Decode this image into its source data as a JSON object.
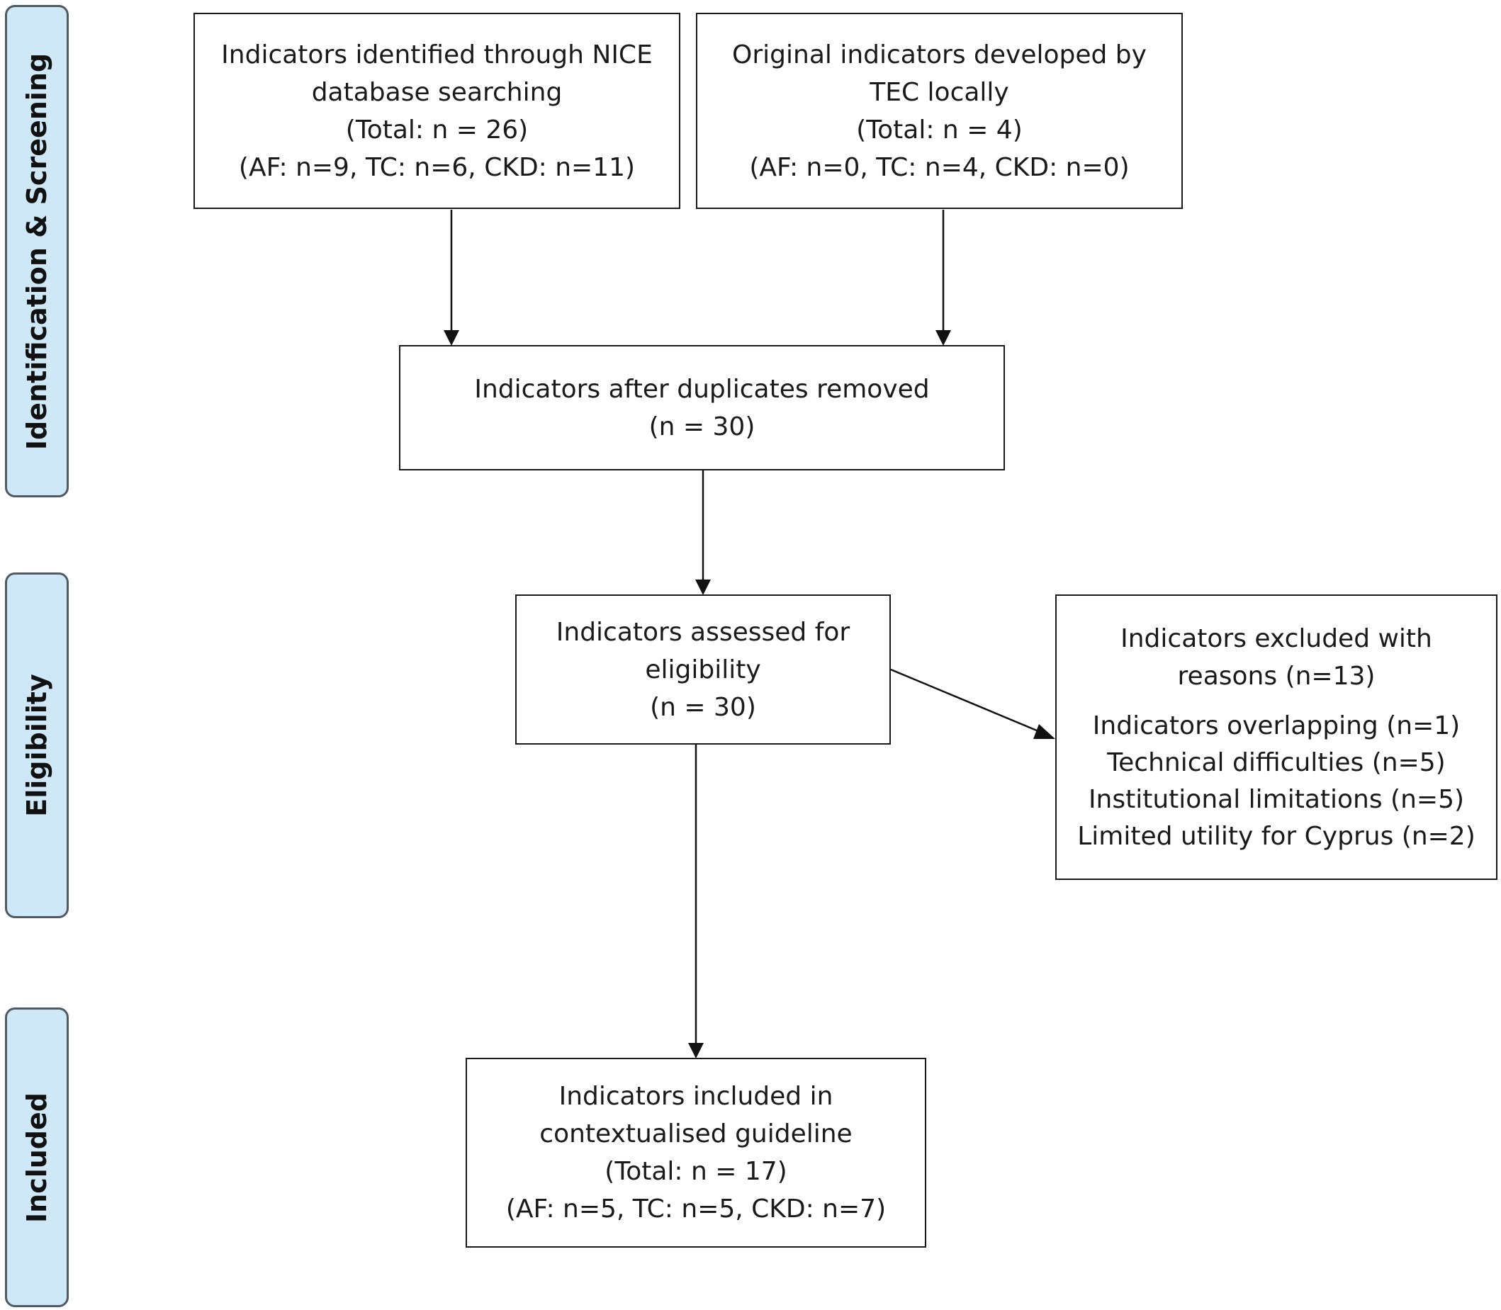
{
  "stages": {
    "identification": "Identification & Screening",
    "eligibility": "Eligibility",
    "included": "Included"
  },
  "boxes": {
    "nice": {
      "line1": "Indicators identified through NICE",
      "line2": "database searching",
      "line3": "(Total: n = 26)",
      "line4": "(AF: n=9, TC: n=6, CKD: n=11)"
    },
    "tec": {
      "line1": "Original indicators developed by",
      "line2": "TEC locally",
      "line3": "(Total: n = 4)",
      "line4": "(AF: n=0, TC: n=4, CKD: n=0)"
    },
    "duplicates": {
      "line1": "Indicators after duplicates removed",
      "line2": "(n = 30)"
    },
    "assessed": {
      "line1": "Indicators assessed for",
      "line2": "eligibility",
      "line3": "(n = 30)"
    },
    "excluded": {
      "line1": "Indicators excluded with",
      "line2": "reasons (n=13)",
      "reasons": [
        "Indicators overlapping (n=1)",
        "Technical difficulties (n=5)",
        "Institutional limitations (n=5)",
        "Limited utility for Cyprus (n=2)"
      ]
    },
    "included": {
      "line1": "Indicators included in",
      "line2": "contextualised guideline",
      "line3": "(Total: n = 17)",
      "line4": "(AF: n=5, TC: n=5, CKD: n=7)"
    }
  }
}
